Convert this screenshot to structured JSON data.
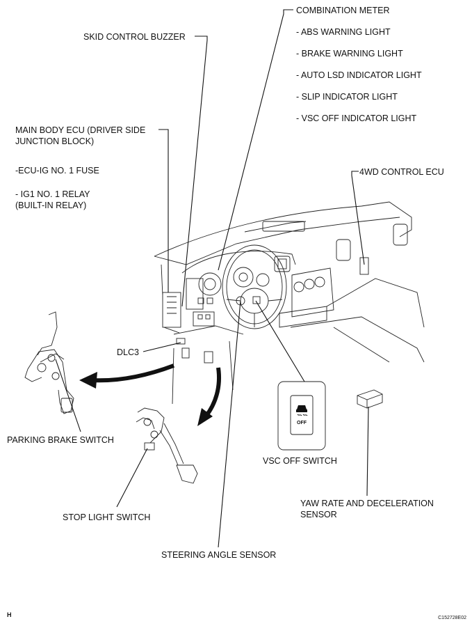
{
  "labels": {
    "combination_meter": "COMBINATION METER",
    "abs_warning_light": "- ABS WARNING LIGHT",
    "brake_warning_light": "- BRAKE WARNING LIGHT",
    "auto_lsd_indicator_light": "- AUTO LSD INDICATOR LIGHT",
    "slip_indicator_light": "- SLIP INDICATOR LIGHT",
    "vsc_off_indicator_light": "- VSC OFF INDICATOR LIGHT",
    "skid_control_buzzer": "SKID CONTROL BUZZER",
    "main_body_ecu_line1": "MAIN BODY ECU (DRIVER SIDE",
    "main_body_ecu_line2": "JUNCTION BLOCK)",
    "ecu_ig_fuse": "-ECU-IG NO. 1 FUSE",
    "ig1_relay_line1": "- IG1 NO. 1 RELAY",
    "ig1_relay_line2": "(BUILT-IN RELAY)",
    "fourwd_control_ecu": "4WD CONTROL ECU",
    "dlc3": "DLC3",
    "parking_brake_switch": "PARKING BRAKE SWITCH",
    "vsc_off_switch": "VSC OFF SWITCH",
    "stop_light_switch": "STOP LIGHT SWITCH",
    "yaw_rate_line1": "YAW RATE AND DECELERATION",
    "yaw_rate_line2": "SENSOR",
    "steering_angle_sensor": "STEERING ANGLE SENSOR",
    "vsc_button_text": "OFF",
    "corner_letter": "H",
    "figure_code": "C152728E02"
  }
}
